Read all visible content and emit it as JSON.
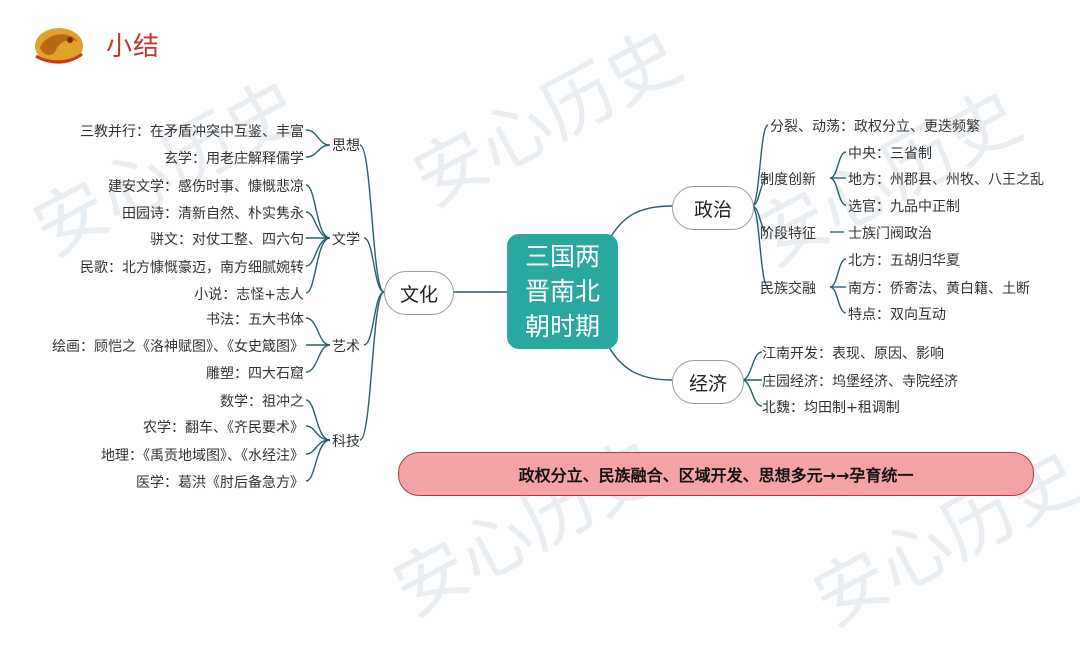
{
  "header": {
    "title": "小结"
  },
  "watermark": "安心历史",
  "center": {
    "lines": [
      "三国两",
      "晋南北",
      "朝时期"
    ]
  },
  "colors": {
    "center_fill": "#2aa8a0",
    "banner_fill": "#f4a3a6",
    "banner_border": "#b43c44",
    "connector": "#2c5f6e",
    "title": "#c0392b"
  },
  "left": {
    "label": "文化",
    "groups": [
      {
        "label": "思想",
        "items": [
          "三教并行：在矛盾冲突中互鉴、丰富",
          "玄学：用老庄解释儒学"
        ]
      },
      {
        "label": "文学",
        "items": [
          "建安文学：感伤时事、慷慨悲凉",
          "田园诗：清新自然、朴实隽永",
          "骈文：对仗工整、四六句",
          "民歌：北方慷慨豪迈，南方细腻婉转",
          "小说：志怪+志人"
        ]
      },
      {
        "label": "艺术",
        "items": [
          "书法：五大书体",
          "绘画：顾恺之《洛神赋图》、《女史箴图》",
          "雕塑：四大石窟"
        ]
      },
      {
        "label": "科技",
        "items": [
          "数学：祖冲之",
          "农学：翻车、《齐民要术》",
          "地理：《禹贡地域图》、《水经注》",
          "医学：葛洪《肘后备急方》"
        ]
      }
    ]
  },
  "right": {
    "politics": {
      "label": "政治",
      "split": "分裂、动荡：政权分立、更迭频繁",
      "innovation": {
        "label": "制度创新",
        "items": [
          "中央：三省制",
          "地方：州郡县、州牧、八王之乱",
          "选官：九品中正制"
        ]
      },
      "stage": {
        "label": "阶段特征",
        "item": "士族门阀政治"
      },
      "ethnic": {
        "label": "民族交融",
        "items": [
          "北方：五胡归华夏",
          "南方：侨寄法、黄白籍、土断",
          "特点：双向互动"
        ]
      }
    },
    "economy": {
      "label": "经济",
      "items": [
        "江南开发：表现、原因、影响",
        "庄园经济：坞堡经济、寺院经济",
        "北魏：均田制+租调制"
      ]
    }
  },
  "summary": "政权分立、民族融合、区域开发、思想多元→→孕育统一"
}
